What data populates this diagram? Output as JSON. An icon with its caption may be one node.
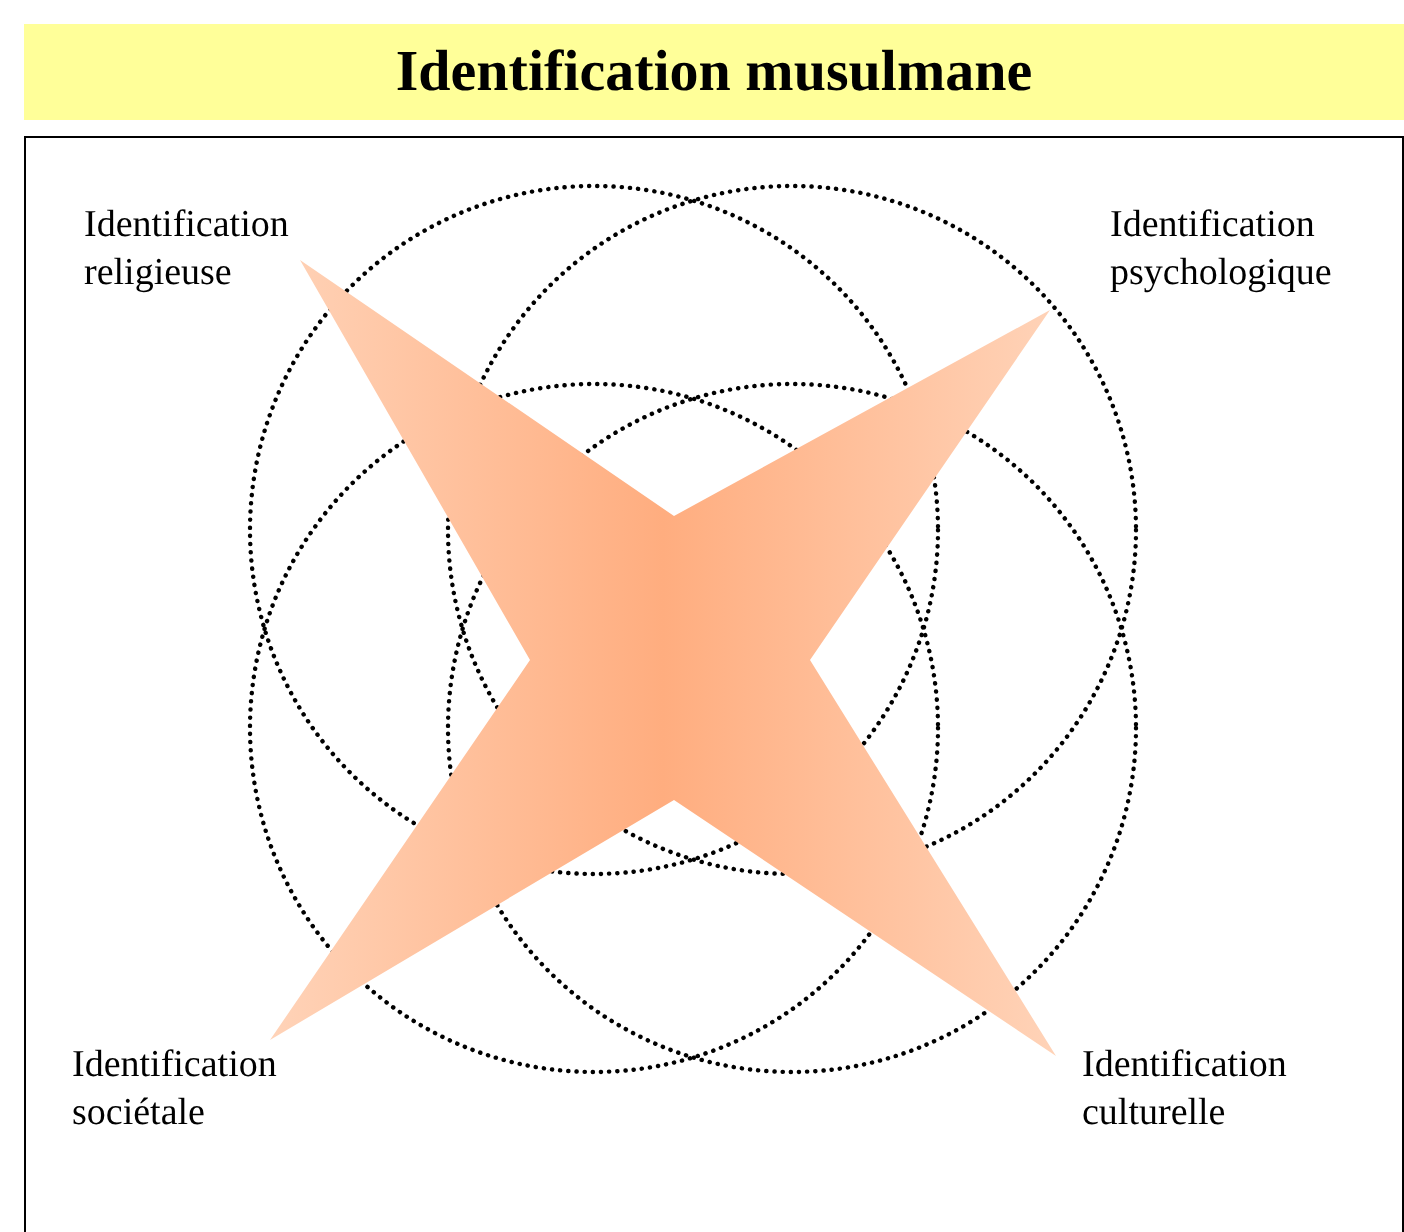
{
  "diagram": {
    "title": "Identification musulmane",
    "labels": [
      "Identification religieuse",
      "Identification psychologique",
      "Identification sociétale",
      "Identification culturelle"
    ]
  }
}
